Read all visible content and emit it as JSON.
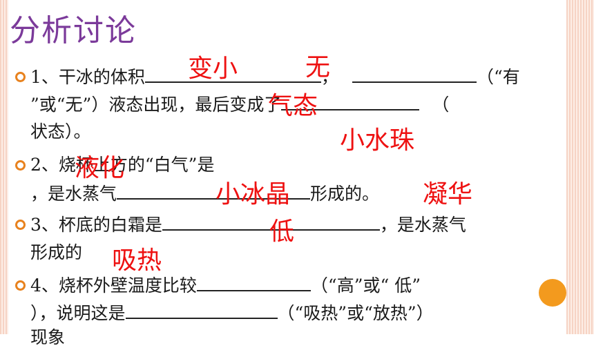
{
  "title": "分析讨论",
  "q1": {
    "l1a": "1、干冰的体积",
    "l1b": "，",
    "l1c": "（“有",
    "l2a": "”或“无”）液态出现，最后变成了",
    "l2b": "（",
    "l3": "状态）。"
  },
  "q2": {
    "l1": "2、烧杯上方的“白气”是",
    "l2a": "，是水蒸气",
    "l2b": "形成的。"
  },
  "q3": {
    "l1a": "3、杯底的白霜是",
    "l1b": "，是水蒸气",
    "l2": "形成的"
  },
  "q4": {
    "l1a": "4、烧杯外壁温度比较",
    "l1b": "（“高”或“ 低”",
    "l2a": "），说明这是",
    "l2b": "（“吸热”或“放热”）",
    "l3": "现象"
  },
  "answers": {
    "a1": "变小",
    "a2": "无",
    "a3": "气态",
    "a4": "小水珠",
    "a5": "液化",
    "a6": "小冰晶",
    "a7": "凝华",
    "a8": "低",
    "a9": "吸热"
  }
}
